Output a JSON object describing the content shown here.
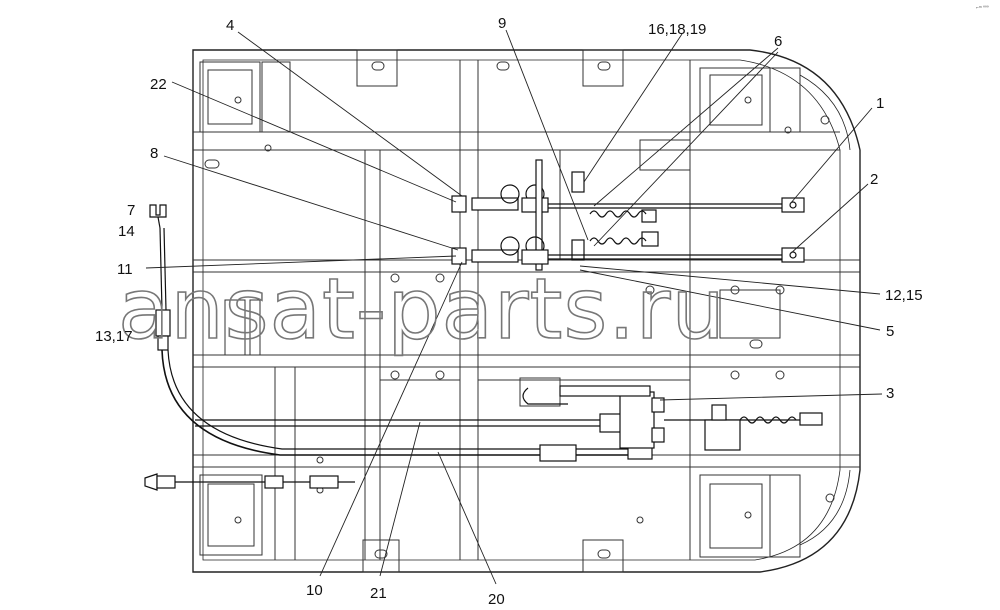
{
  "diagram": {
    "watermark": "ansat-parts.ru",
    "corner_mark": "⌐ᵐ ººº",
    "callouts": {
      "c4": "4",
      "c22": "22",
      "c8": "8",
      "c7": "7",
      "c14": "14",
      "c11": "11",
      "c13_17": "13,17",
      "c9": "9",
      "c16_18_19": "16,18,19",
      "c6": "6",
      "c1": "1",
      "c2": "2",
      "c12_15": "12,15",
      "c5": "5",
      "c3": "3",
      "c10": "10",
      "c21": "21",
      "c20": "20"
    }
  }
}
